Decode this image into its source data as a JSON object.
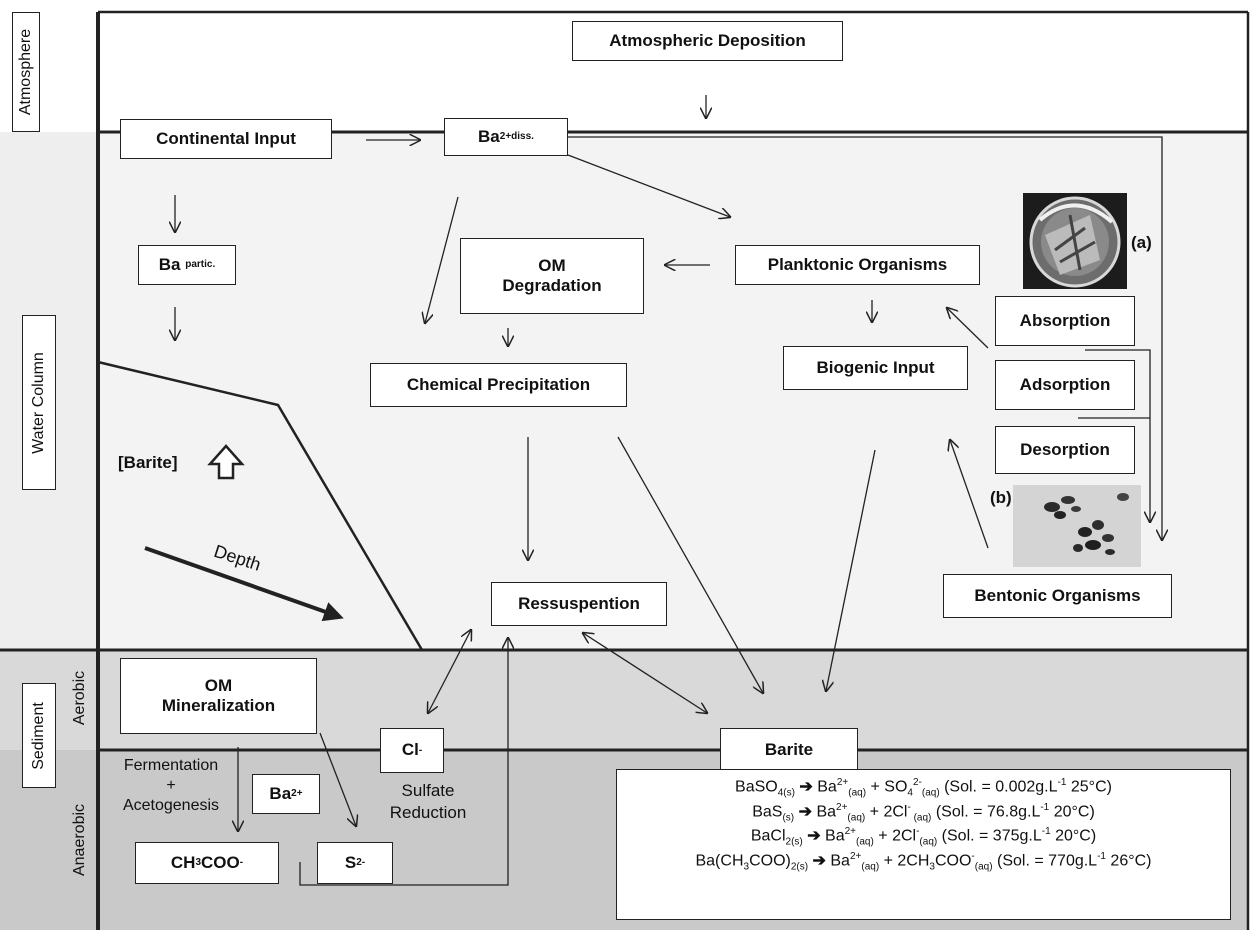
{
  "zones": {
    "atmosphere": "Atmosphere",
    "water_column": "Water Column",
    "sediment": "Sediment",
    "aerobic": "Aerobic",
    "anaerobic": "Anaerobic"
  },
  "boxes": {
    "atmospheric_deposition": "Atmospheric Deposition",
    "continental_input": "Continental Input",
    "ba_diss_base": "Ba",
    "ba_diss_sup": "2+",
    "ba_diss_sub": "diss.",
    "ba_partic_base": "Ba",
    "ba_partic_sub": "partic.",
    "om_degradation": "OM Degradation",
    "planktonic_organisms": "Planktonic Organisms",
    "chemical_precipitation": "Chemical Precipitation",
    "biogenic_input": "Biogenic Input",
    "absorption": "Absorption",
    "adsorption": "Adsorption",
    "desorption": "Desorption",
    "bentonic_organisms": "Bentonic Organisms",
    "ressuspention": "Ressuspention",
    "om_mineralization": "OM Mineralization",
    "cl_base": "Cl",
    "cl_sup": "-",
    "barite": "Barite",
    "ba2_base": "Ba",
    "ba2_sup": "2+",
    "acetate_pre": "CH",
    "acetate_sub3": "3",
    "acetate_mid": "COO",
    "acetate_sup": "-",
    "sulfide_base": "S",
    "sulfide_sup": "2-"
  },
  "labels": {
    "barite_conc": "[Barite]",
    "depth": "Depth",
    "fermentation": "Fermentation",
    "plus": "+",
    "acetogenesis": "Acetogenesis",
    "sulfate_reduction": "Sulfate Reduction",
    "photo_a": "(a)",
    "photo_b": "(b)"
  },
  "equations": [
    {
      "lhs": "BaSO",
      "lhs_sub": "4(s)",
      "rhs1": " Ba",
      "rhs1_sup": "2+",
      "rhs1_sub": "(aq)",
      "rhs2": " + SO",
      "rhs2_sub1": "4",
      "rhs2_sup": "2-",
      "rhs2_sub2": "(aq)",
      "sol": " (Sol. = 0.002g.L",
      "sol_sup": "-1",
      "sol_tail": " 25°C)"
    },
    {
      "lhs": "BaS",
      "lhs_sub": "(s)",
      "rhs1": " Ba",
      "rhs1_sup": "2+",
      "rhs1_sub": "(aq)",
      "rhs2": " + 2Cl",
      "rhs2_sub1": "",
      "rhs2_sup": "-",
      "rhs2_sub2": " (aq)",
      "sol": " (Sol. = 76.8g.L",
      "sol_sup": "-1",
      "sol_tail": " 20°C)"
    },
    {
      "lhs": "BaCl",
      "lhs_sub": "2(s)",
      "rhs1": " Ba",
      "rhs1_sup": "2+",
      "rhs1_sub": "(aq)",
      "rhs2": " + 2Cl",
      "rhs2_sub1": "",
      "rhs2_sup": "-",
      "rhs2_sub2": "(aq)",
      "sol": " (Sol. = 375g.L",
      "sol_sup": "-1",
      "sol_tail": " 20°C)"
    },
    {
      "lhs": "Ba(CH",
      "lhs_sub": "3",
      "lhs_tail": "COO)",
      "lhs_sub2": "2(s)",
      "rhs1": " Ba",
      "rhs1_sup": "2+",
      "rhs1_sub": "(aq)",
      "rhs2": " + 2CH",
      "rhs2_sub1": "3",
      "rhs2_mid": "COO",
      "rhs2_sup": "-",
      "rhs2_sub2": "(aq)",
      "sol": " (Sol. = 770g.L",
      "sol_sup": "-1",
      "sol_tail": " 26°C)"
    }
  ],
  "arrow_glyph": "➔",
  "colors": {
    "water_column_bg": "#f3f3f4",
    "aerobic_bg": "#d9d9d9",
    "anaerobic_bg": "#c9c9c9",
    "line": "#222222"
  }
}
